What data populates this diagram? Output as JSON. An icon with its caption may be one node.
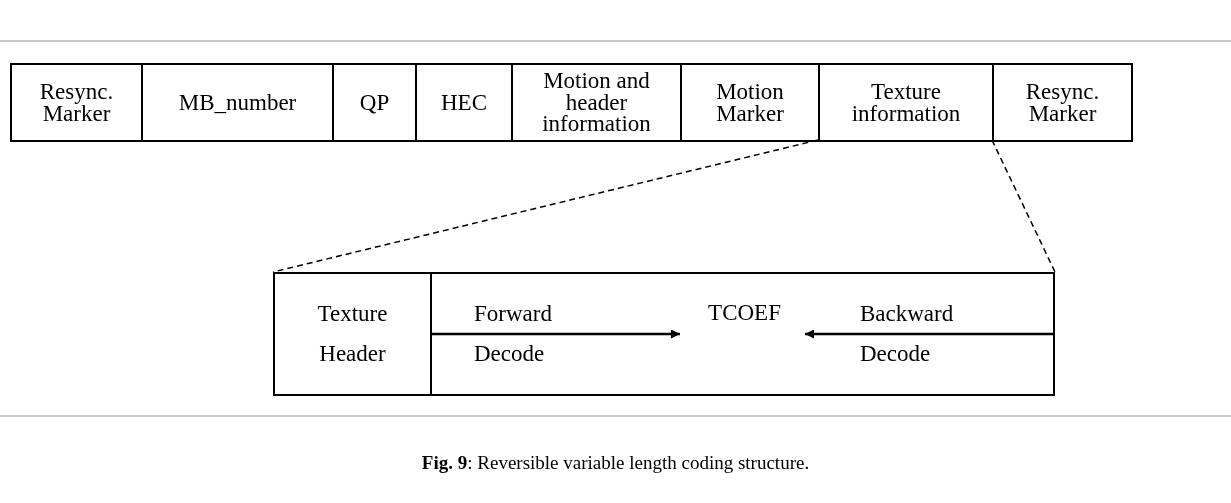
{
  "diagram": {
    "caption": "**Fig. 9**: Reversible variable length coding structure.",
    "nodes": [
      {
        "text": [
          "Resync. Marker"
        ]
      },
      {
        "text": [
          "MB_number"
        ]
      },
      {
        "text": [
          "QP"
        ]
      },
      {
        "text": [
          "HEC"
        ]
      },
      {
        "text": [
          "Motion and header information"
        ]
      },
      {
        "text": [
          "Motion Marker"
        ]
      },
      {
        "text": [
          "Texture information"
        ]
      },
      {
        "text": [
          "Resync. Marker"
        ]
      },
      {
        "text": [],
        "shape": "box"
      },
      {
        "text": [
          "Texture Header"
        ],
        "in": 8
      },
      {
        "text": [
          "TCOEF"
        ],
        "in": 8
      }
    ],
    "edges": [
      {
        "from": 6,
        "to": 8,
        "arrow": "none",
        "style": "dashed"
      },
      {
        "from": 6,
        "to": 8,
        "arrow": "none",
        "style": "dashed"
      },
      {
        "from": 9,
        "to": 10,
        "arrow": "to",
        "label": "Forward Decode"
      },
      {
        "from": 8,
        "to": 10,
        "arrow": "to",
        "label": "Backward Decode"
      }
    ]
  }
}
